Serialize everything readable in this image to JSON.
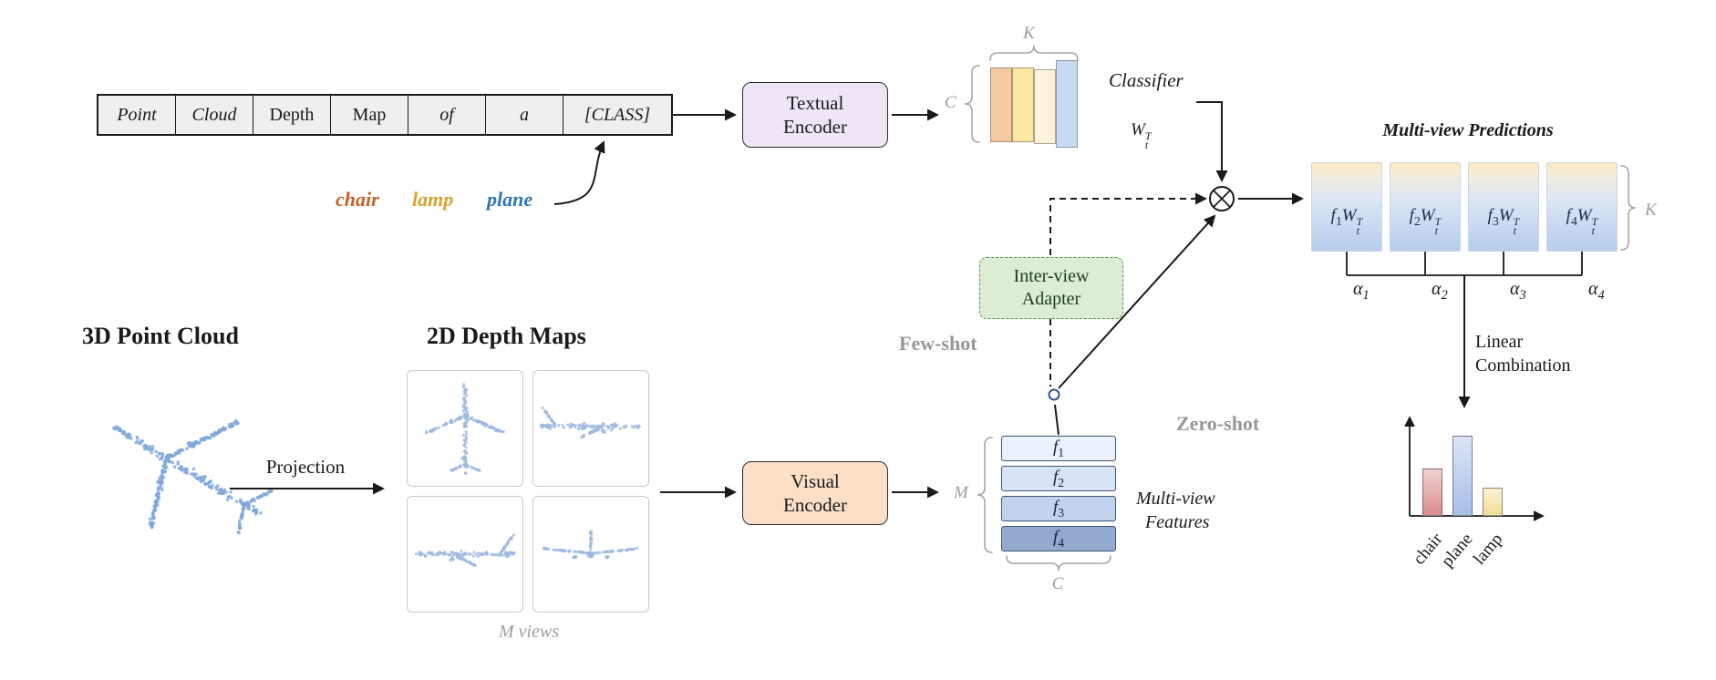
{
  "prompt_tokens": [
    "Point",
    "Cloud",
    "Depth",
    "Map",
    "of",
    "a",
    "[CLASS]"
  ],
  "class_words": [
    {
      "label": "chair",
      "color": "#C4602A"
    },
    {
      "label": "lamp",
      "color": "#D8A32E"
    },
    {
      "label": "plane",
      "color": "#2E74B5"
    }
  ],
  "textual_encoder": {
    "l1": "Textual",
    "l2": "Encoder"
  },
  "visual_encoder": {
    "l1": "Visual",
    "l2": "Encoder"
  },
  "adapter": {
    "l1": "Inter-view",
    "l2": "Adapter"
  },
  "classifier": {
    "label": "Classifier",
    "w": "W",
    "wsub": "t",
    "wsup": "T",
    "k": "K",
    "c": "C"
  },
  "classifier_palette": [
    "#F5C9A2",
    "#FBE6A4",
    "#FCF3DB",
    "#C6DBF2"
  ],
  "predictions": {
    "title": "Multi-view Predictions",
    "k": "K",
    "boxes": [
      {
        "f": "f",
        "fsub": "1",
        "w": "W",
        "wsub": "t",
        "wsup": "T"
      },
      {
        "f": "f",
        "fsub": "2",
        "w": "W",
        "wsub": "t",
        "wsup": "T"
      },
      {
        "f": "f",
        "fsub": "3",
        "w": "W",
        "wsub": "t",
        "wsup": "T"
      },
      {
        "f": "f",
        "fsub": "4",
        "w": "W",
        "wsub": "t",
        "wsup": "T"
      }
    ]
  },
  "math": {
    "alphas": [
      {
        "base": "α",
        "sub": "1"
      },
      {
        "base": "α",
        "sub": "2"
      },
      {
        "base": "α",
        "sub": "3"
      },
      {
        "base": "α",
        "sub": "4"
      }
    ]
  },
  "combination": {
    "l1": "Linear",
    "l2": "Combination"
  },
  "modes": {
    "few_shot": "Few-shot",
    "zero_shot": "Zero-shot"
  },
  "pointcloud": {
    "title": "3D Point Cloud"
  },
  "depthmaps": {
    "title": "2D Depth Maps",
    "projection": "Projection",
    "m_views": "M views"
  },
  "features": {
    "rows": [
      {
        "f": "f",
        "sub": "1"
      },
      {
        "f": "f",
        "sub": "2"
      },
      {
        "f": "f",
        "sub": "3"
      },
      {
        "f": "f",
        "sub": "4"
      }
    ],
    "m": "M",
    "c": "C",
    "caption_l1": "Multi-view",
    "caption_l2": "Features"
  },
  "chart_data": {
    "type": "bar",
    "categories": [
      "chair",
      "plane",
      "lamp"
    ],
    "values": [
      0.5,
      0.85,
      0.3
    ],
    "colors": [
      "#D98C8C",
      "#A7BEE8",
      "#F2DD96"
    ],
    "title": "",
    "xlabel": "",
    "ylabel": "",
    "ylim": [
      0,
      1
    ],
    "grid": false,
    "legend": false
  }
}
